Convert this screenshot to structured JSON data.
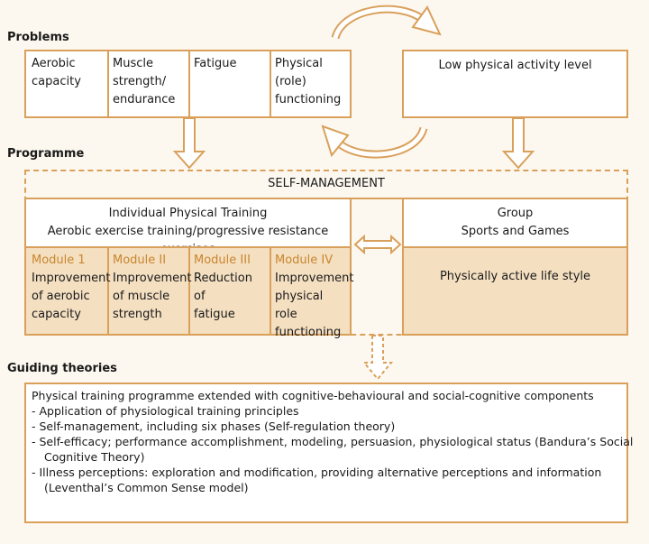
{
  "sections": {
    "problems": "Problems",
    "programme": "Programme",
    "guiding_theories": "Guiding theories"
  },
  "problems": {
    "items": [
      {
        "line1": "Aerobic",
        "line2": "capacity",
        "line3": ""
      },
      {
        "line1": "Muscle",
        "line2": "strength/",
        "line3": "endurance"
      },
      {
        "line1": "Fatigue",
        "line2": "",
        "line3": ""
      },
      {
        "line1": "Physical",
        "line2": "(role)",
        "line3": "functioning"
      }
    ],
    "low_activity": "Low physical activity level"
  },
  "programme": {
    "self_management": "SELF-MANAGEMENT",
    "individual": {
      "title": "Individual Physical Training",
      "subtitle": "Aerobic exercise training/progressive resistance exercises"
    },
    "modules": [
      {
        "name": "Module 1",
        "line1": "Improvement",
        "line2": "of aerobic",
        "line3": "capacity"
      },
      {
        "name": "Module II",
        "line1": "Improvement",
        "line2": "of muscle",
        "line3": "strength"
      },
      {
        "name": "Module III",
        "line1": "Reduction of",
        "line2": "fatigue",
        "line3": ""
      },
      {
        "name": "Module IV",
        "line1": "Improvement",
        "line2": "physical role",
        "line3": "functioning"
      }
    ],
    "group": {
      "line1": "Group",
      "line2": "Sports and Games",
      "lifestyle": "Physically active life style"
    }
  },
  "theories": {
    "heading": "Physical training programme extended with cognitive-behavioural and social-cognitive components",
    "items": [
      {
        "line1": "-  Application of physiological training principles",
        "line2": ""
      },
      {
        "line1": "-  Self-management, including six phases (Self-regulation theory)",
        "line2": ""
      },
      {
        "line1": "-  Self-efficacy; performance accomplishment, modeling, persuasion, physiological status (Bandura’s Social",
        "line2": "Cognitive Theory)"
      },
      {
        "line1": "-  Illness perceptions: exploration and modification, providing alternative perceptions and information",
        "line2": "(Leventhal’s Common Sense model)"
      }
    ]
  },
  "colors": {
    "border": "#d9a05b",
    "module_shade": "#f4dfc1",
    "module_title": "#c8862e",
    "background": "#fdf8ef"
  }
}
